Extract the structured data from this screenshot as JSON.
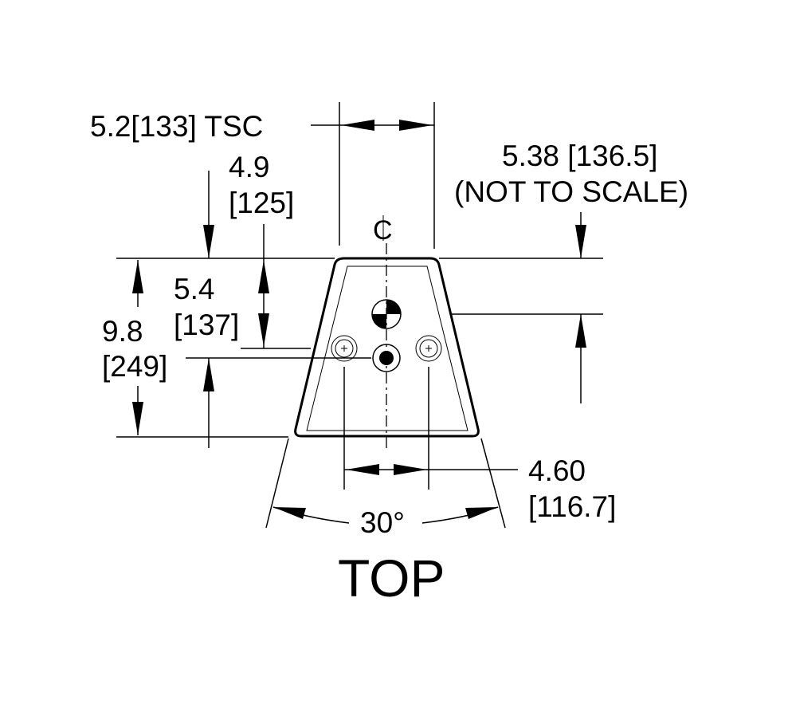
{
  "drawing": {
    "dim_tsc": "5.2[133] TSC",
    "dim_49_a": "4.9",
    "dim_49_b": "[125]",
    "dim_538_a": "5.38 [136.5]",
    "dim_538_b": "(NOT TO SCALE)",
    "dim_54_a": "5.4",
    "dim_54_b": "[137]",
    "dim_98_a": "9.8",
    "dim_98_b": "[249]",
    "dim_460_a": "4.60",
    "dim_460_b": "[116.7]",
    "angle": "30°",
    "view_title": "TOP"
  }
}
